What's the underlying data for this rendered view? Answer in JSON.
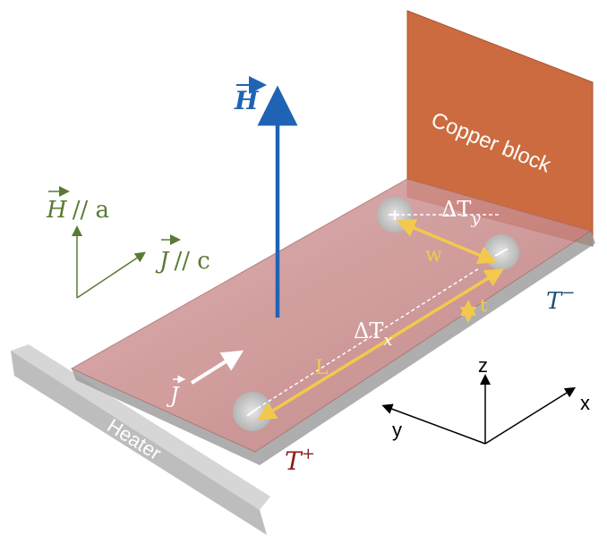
{
  "labels": {
    "h_main": "H",
    "h_axis": "H",
    "h_axis_suffix": "// a",
    "j_axis": "J",
    "j_axis_suffix": "// c",
    "copper_block": "Copper block",
    "heater": "Heater",
    "delta_ty": "ΔT",
    "delta_ty_sub": "y",
    "delta_tx": "ΔT",
    "delta_tx_sub": "x",
    "w": "w",
    "t": "t",
    "L": "L",
    "j_current": "J",
    "t_minus": "T",
    "t_minus_sup": "−",
    "t_plus": "T",
    "t_plus_sup": "+",
    "axis_x": "x",
    "axis_y": "y",
    "axis_z": "z"
  },
  "colors": {
    "field_blue": "#1f63b4",
    "green_text": "#5a7a34",
    "copper": "#cc6b3f",
    "gold": "#f2c94c",
    "dark_red": "#8b1a1a",
    "navy": "#1f4e79",
    "sample": "#c98d8d",
    "heater_gray": "#c8c8c8"
  }
}
